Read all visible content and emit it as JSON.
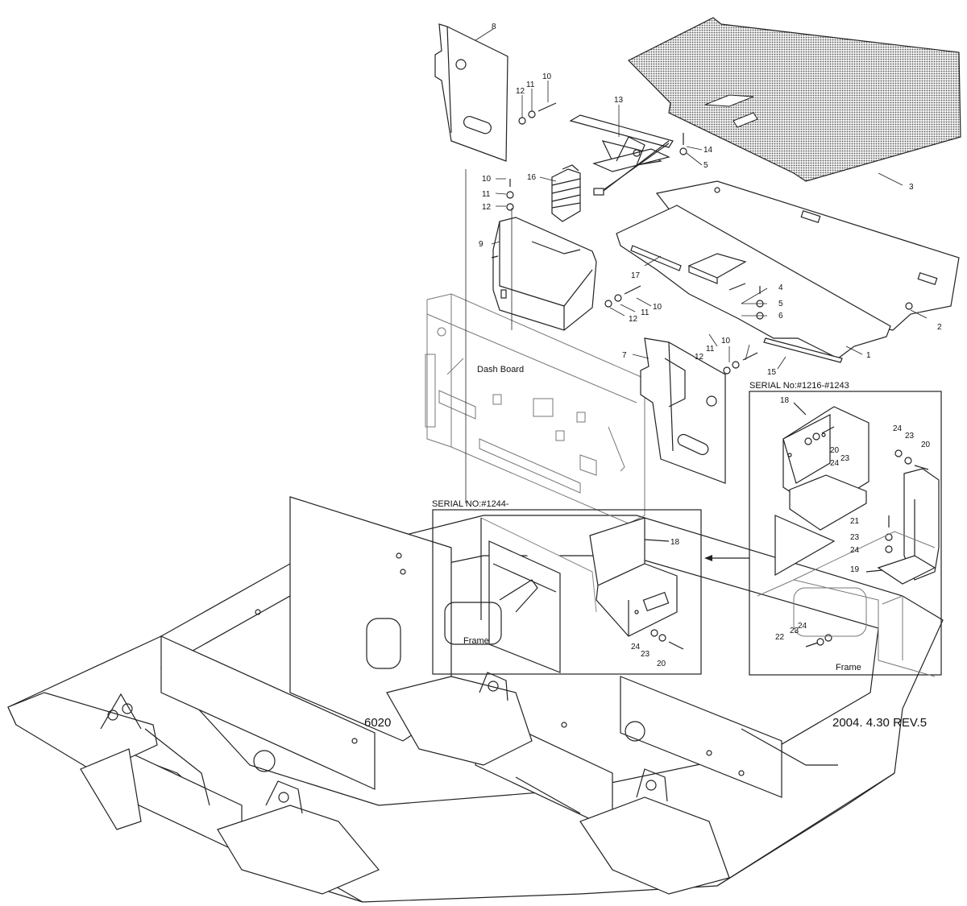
{
  "model": "6020",
  "revision": "2004. 4.30 REV.5",
  "labels": {
    "dash_board": "Dash Board",
    "frame": "Frame"
  },
  "detail_a": {
    "title": "SERIAL No:#1216-#1243"
  },
  "detail_b": {
    "title": "SERIAL NO:#1244-"
  },
  "callouts": {
    "c1": "1",
    "c2": "2",
    "c3": "3",
    "c4": "4",
    "c5a": "5",
    "c5b": "5",
    "c6": "6",
    "c7": "7",
    "c8": "8",
    "c9": "9",
    "c10a": "10",
    "c10b": "10",
    "c10c": "10",
    "c10d": "10",
    "c11a": "11",
    "c11b": "11",
    "c11c": "11",
    "c11d": "11",
    "c12a": "12",
    "c12b": "12",
    "c12c": "12",
    "c12d": "12",
    "c13": "13",
    "c14": "14",
    "c15": "15",
    "c16": "16",
    "c17": "17",
    "a18": "18",
    "a19": "19",
    "a20a": "20",
    "a20b": "20",
    "a21": "21",
    "a22": "22",
    "a23a": "23",
    "a23b": "23",
    "a23c": "23",
    "a23d": "23",
    "a24a": "24",
    "a24b": "24",
    "a24c": "24",
    "a24d": "24",
    "b18": "18",
    "b20": "20",
    "b23": "23",
    "b24": "24"
  },
  "colors": {
    "line": "#222222",
    "ghost": "#888888",
    "mat": "#6f6f6f"
  }
}
